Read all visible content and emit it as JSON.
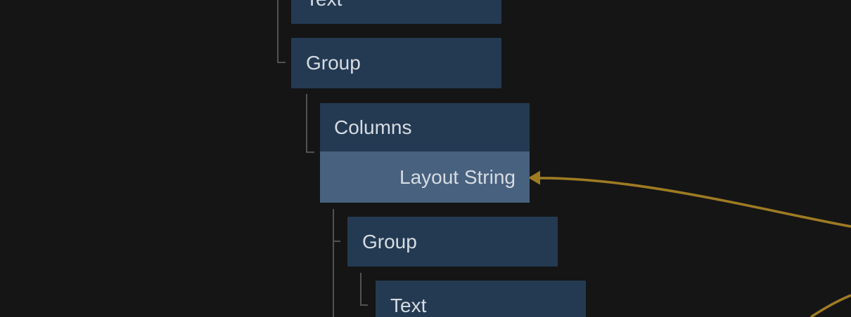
{
  "palette": {
    "background": "#151515",
    "node_fill": "#243a52",
    "input_row_fill": "#48617e",
    "node_text": "#d6dce3",
    "tree_line": "#525252",
    "wire": "#9e7b23"
  },
  "nodes": [
    {
      "label": "Text"
    },
    {
      "label": "Group"
    },
    {
      "label": "Columns",
      "inputs": [
        {
          "label": "Layout String"
        }
      ]
    },
    {
      "label": "Group"
    },
    {
      "label": "Text"
    }
  ],
  "wires": {
    "incoming_arrow_target": "Layout String"
  }
}
